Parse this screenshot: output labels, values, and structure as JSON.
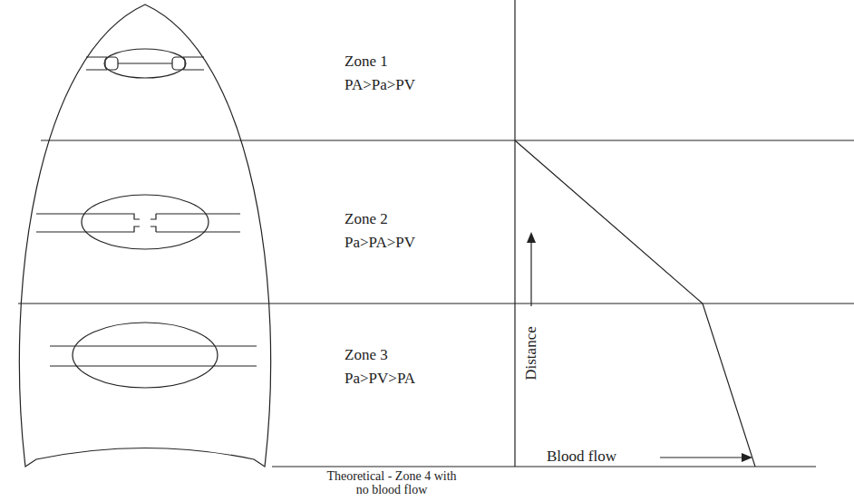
{
  "diagram": {
    "labels": [
      "Zone 1",
      "PA>Pa>PV",
      "Zone 2",
      "Pa>PA>PV",
      "Zone 3",
      "Pa>PV>PA",
      "Theoretical - Zone 4 with no blood flow",
      "Distance",
      "Blood flow"
    ]
  }
}
